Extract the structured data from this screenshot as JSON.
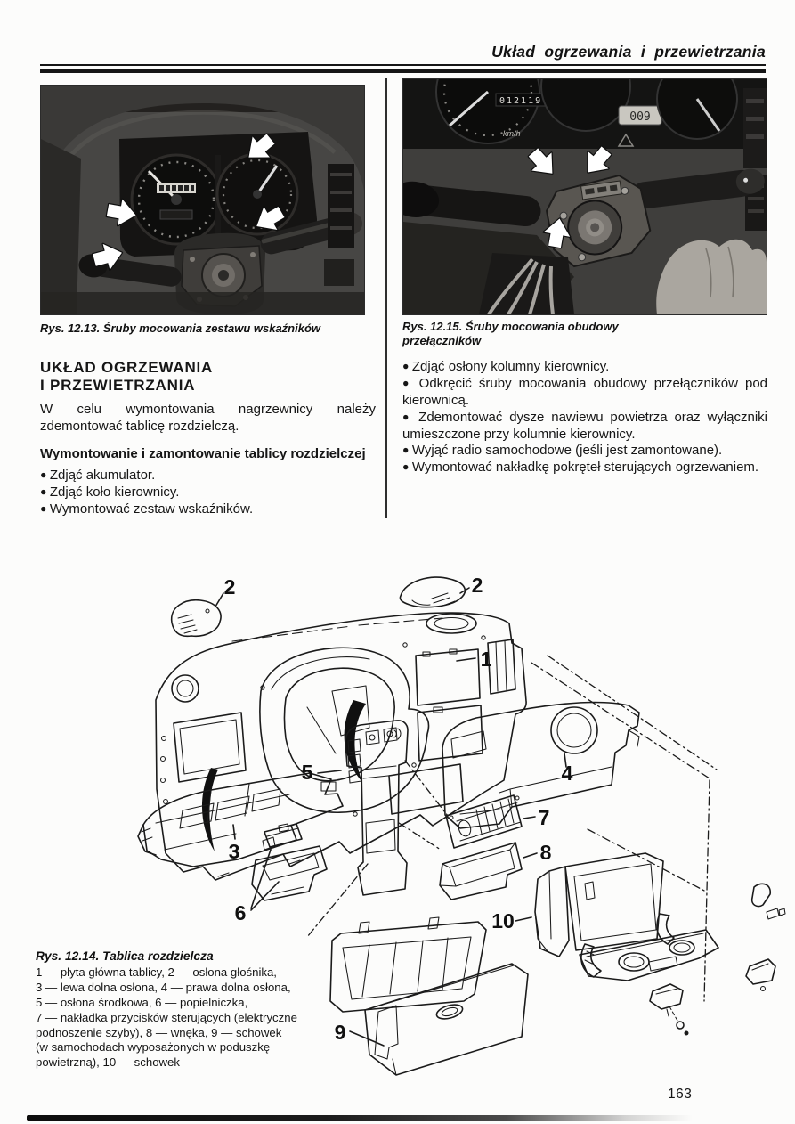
{
  "page": {
    "header_title": "Układ ogrzewania i przewietrzania",
    "page_number": "163"
  },
  "columns": {
    "left": {
      "heading_line1": "UKŁAD OGRZEWANIA",
      "heading_line2": "I PRZEWIETRZANIA",
      "intro": "W celu wymontowania nagrzewnicy należy zdemontować tablicę rozdzielczą.",
      "subheading": "Wymontowanie i zamontowanie tablicy rozdzielczej",
      "bullets": [
        "Zdjąć akumulator.",
        "Zdjąć koło kierownicy.",
        "Wymontować zestaw wskaźników."
      ]
    },
    "right": {
      "bullets": [
        "Zdjąć osłony kolumny kierownicy.",
        "Odkręcić śruby mocowania obudowy przełączników pod kierownicą.",
        "Zdemontować dysze nawiewu powietrza oraz wyłączniki umieszczone przy kolumnie kierownicy.",
        "Wyjąć radio samochodowe (jeśli jest zamontowane).",
        "Wymontować nakładkę pokręteł sterujących ogrzewaniem."
      ]
    }
  },
  "figures": {
    "fig13": {
      "caption": "Rys. 12.13. Śruby mocowania zestawu wskaźników"
    },
    "fig15": {
      "caption": "Rys. 12.15. Śruby mocowania obudowy przełączników",
      "odometer": "012119",
      "speed_unit": "km/h",
      "display": "009"
    },
    "fig14": {
      "caption_title": "Rys. 12.14. Tablica rozdzielcza",
      "legend_lines": [
        "1 — płyta główna tablicy, 2 — osłona głośnika,",
        "3 — lewa dolna osłona, 4 — prawa dolna osłona,",
        "5 — osłona środkowa, 6 — popielniczka,",
        "7 — nakładka przycisków sterujących (elektryczne",
        "podnoszenie szyby), 8 — wnęka, 9 — schowek",
        "(w samochodach wyposażonych w poduszkę",
        "powietrzną), 10 — schowek"
      ],
      "labels": {
        "n1": "1",
        "n2a": "2",
        "n2b": "2",
        "n3": "3",
        "n4": "4",
        "n5": "5",
        "n6": "6",
        "n7": "7",
        "n8": "8",
        "n9": "9",
        "n10": "10"
      }
    }
  }
}
